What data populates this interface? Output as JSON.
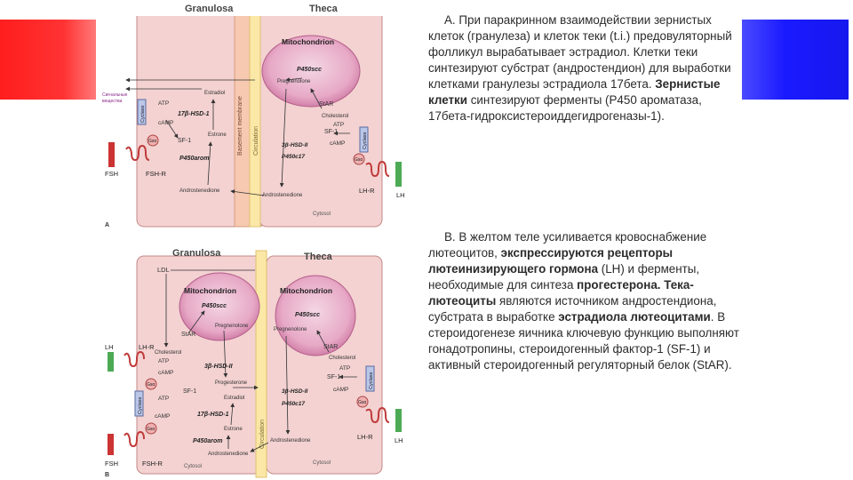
{
  "accents": {
    "left_color": "#ff2020",
    "right_color": "#2020ff"
  },
  "panel_a": {
    "letter": "A",
    "granulosa": "Granulosa",
    "theca": "Theca",
    "mitochondrion": "Mitochondrion",
    "basement_membrane": "Basement membrane",
    "circulation": "Circulation",
    "cytosol": "Cytosol",
    "cytoplasm_note": "Сигнальные\nвещества",
    "labels": {
      "estradiol": "Estradiol",
      "hsd1": "17β-HSD-1",
      "estrone": "Estrone",
      "p450arom": "P450arom",
      "androstenedione_g": "Androstenedione",
      "atp_g": "ATP",
      "camp_g": "cAMP",
      "sf1_g": "SF-1",
      "gsa_g": "Gsα",
      "cyclase_g": "Cyclase",
      "fsh": "FSH",
      "fshr": "FSH-R",
      "p450scc": "P450scc",
      "pregnenolone": "Pregnenolone",
      "star": "StAR",
      "cholesterol": "Cholesterol",
      "hsd2": "3β-HSD-II",
      "p450c17": "P450c17",
      "sf1_t": "SF-1",
      "atp_t": "ATP",
      "camp_t": "cAMP",
      "androstenedione_t": "Androstenedione",
      "cyclase_t": "Cyclase",
      "gsa_t": "Gsα",
      "lhr": "LH-R",
      "lh": "LH"
    }
  },
  "panel_b": {
    "letter": "B",
    "granulosa": "Granulosa",
    "theca": "Theca",
    "mitochondrion_g": "Mitochondrion",
    "mitochondrion_t": "Mitochondrion",
    "circulation": "Circulation",
    "cytosol_g": "Cytosol",
    "cytosol_t": "Cytosol",
    "labels": {
      "ldl": "LDL",
      "p450scc_g": "P450scc",
      "pregnenolone_g": "Pregnenolone",
      "star_g": "StAR",
      "cholesterol_g": "Cholesterol",
      "hsd2_g": "3β-HSD-II",
      "progesterone": "Progesterone",
      "estradiol": "Estradiol",
      "hsd1": "17β-HSD-1",
      "estrone": "Estrone",
      "p450arom": "P450arom",
      "androstenedione_g": "Androstenedione",
      "sf1_g": "SF-1",
      "atp_g1": "ATP",
      "camp_g1": "cAMP",
      "atp_g2": "ATP",
      "camp_g2": "cAMP",
      "cyclase_g": "Cyclase",
      "gsa_g1": "Gsα",
      "gsa_g2": "Gsα",
      "lh_g": "LH",
      "lhr_g": "LH-R",
      "fsh": "FSH",
      "fshr": "FSH-R",
      "p450scc_t": "P450scc",
      "pregnenolone_t": "Pregnenolone",
      "star_t": "StAR",
      "cholesterol_t": "Cholesterol",
      "hsd2_t": "3β-HSD-II",
      "p450c17": "P450c17",
      "sf1_t": "SF-1",
      "atp_t": "ATP",
      "camp_t": "cAMP",
      "androstenedione_t": "Androstenedione",
      "cyclase_t": "Cyclase",
      "gsa_t": "Gsα",
      "lhr_t": "LH-R",
      "lh_t": "LH"
    }
  },
  "text_a": {
    "p1": "А. При паракринном взаимодействии зернистых клеток (гранулеза) и клеток теки (t.i.) предовуляторный фолликул вырабатывает эстрадиол. Клетки теки синтезируют субстрат (андростендион) для выработки клетками гранулезы эстрадиола 17бета. ",
    "p1_bold": "Зернистые клетки",
    "p1_tail": " синтезируют ферменты (P450 ароматаза, 17бета-гидроксистероиддегидрогеназы-1)."
  },
  "text_b": {
    "t1": "В. В желтом теле усиливается кровоснабжение лютеоцитов, ",
    "b1": "экспрессируются рецепторы лютеинизирующего гормона",
    "t2": " (LH) и ферменты, необходимые для синтеза ",
    "b2": "прогестерона. Тека-лютеоциты",
    "t3": " являются источником андростендиона, субстрата в выработке ",
    "b3": "эстрадиола лютеоцитами",
    "t4": ". В стероидогенезе яичника ключевую функцию выполняют гонадотропины, стероидогенный фактор-1 (SF-1) и активный стероидогенный регуляторный белок (StAR)."
  }
}
